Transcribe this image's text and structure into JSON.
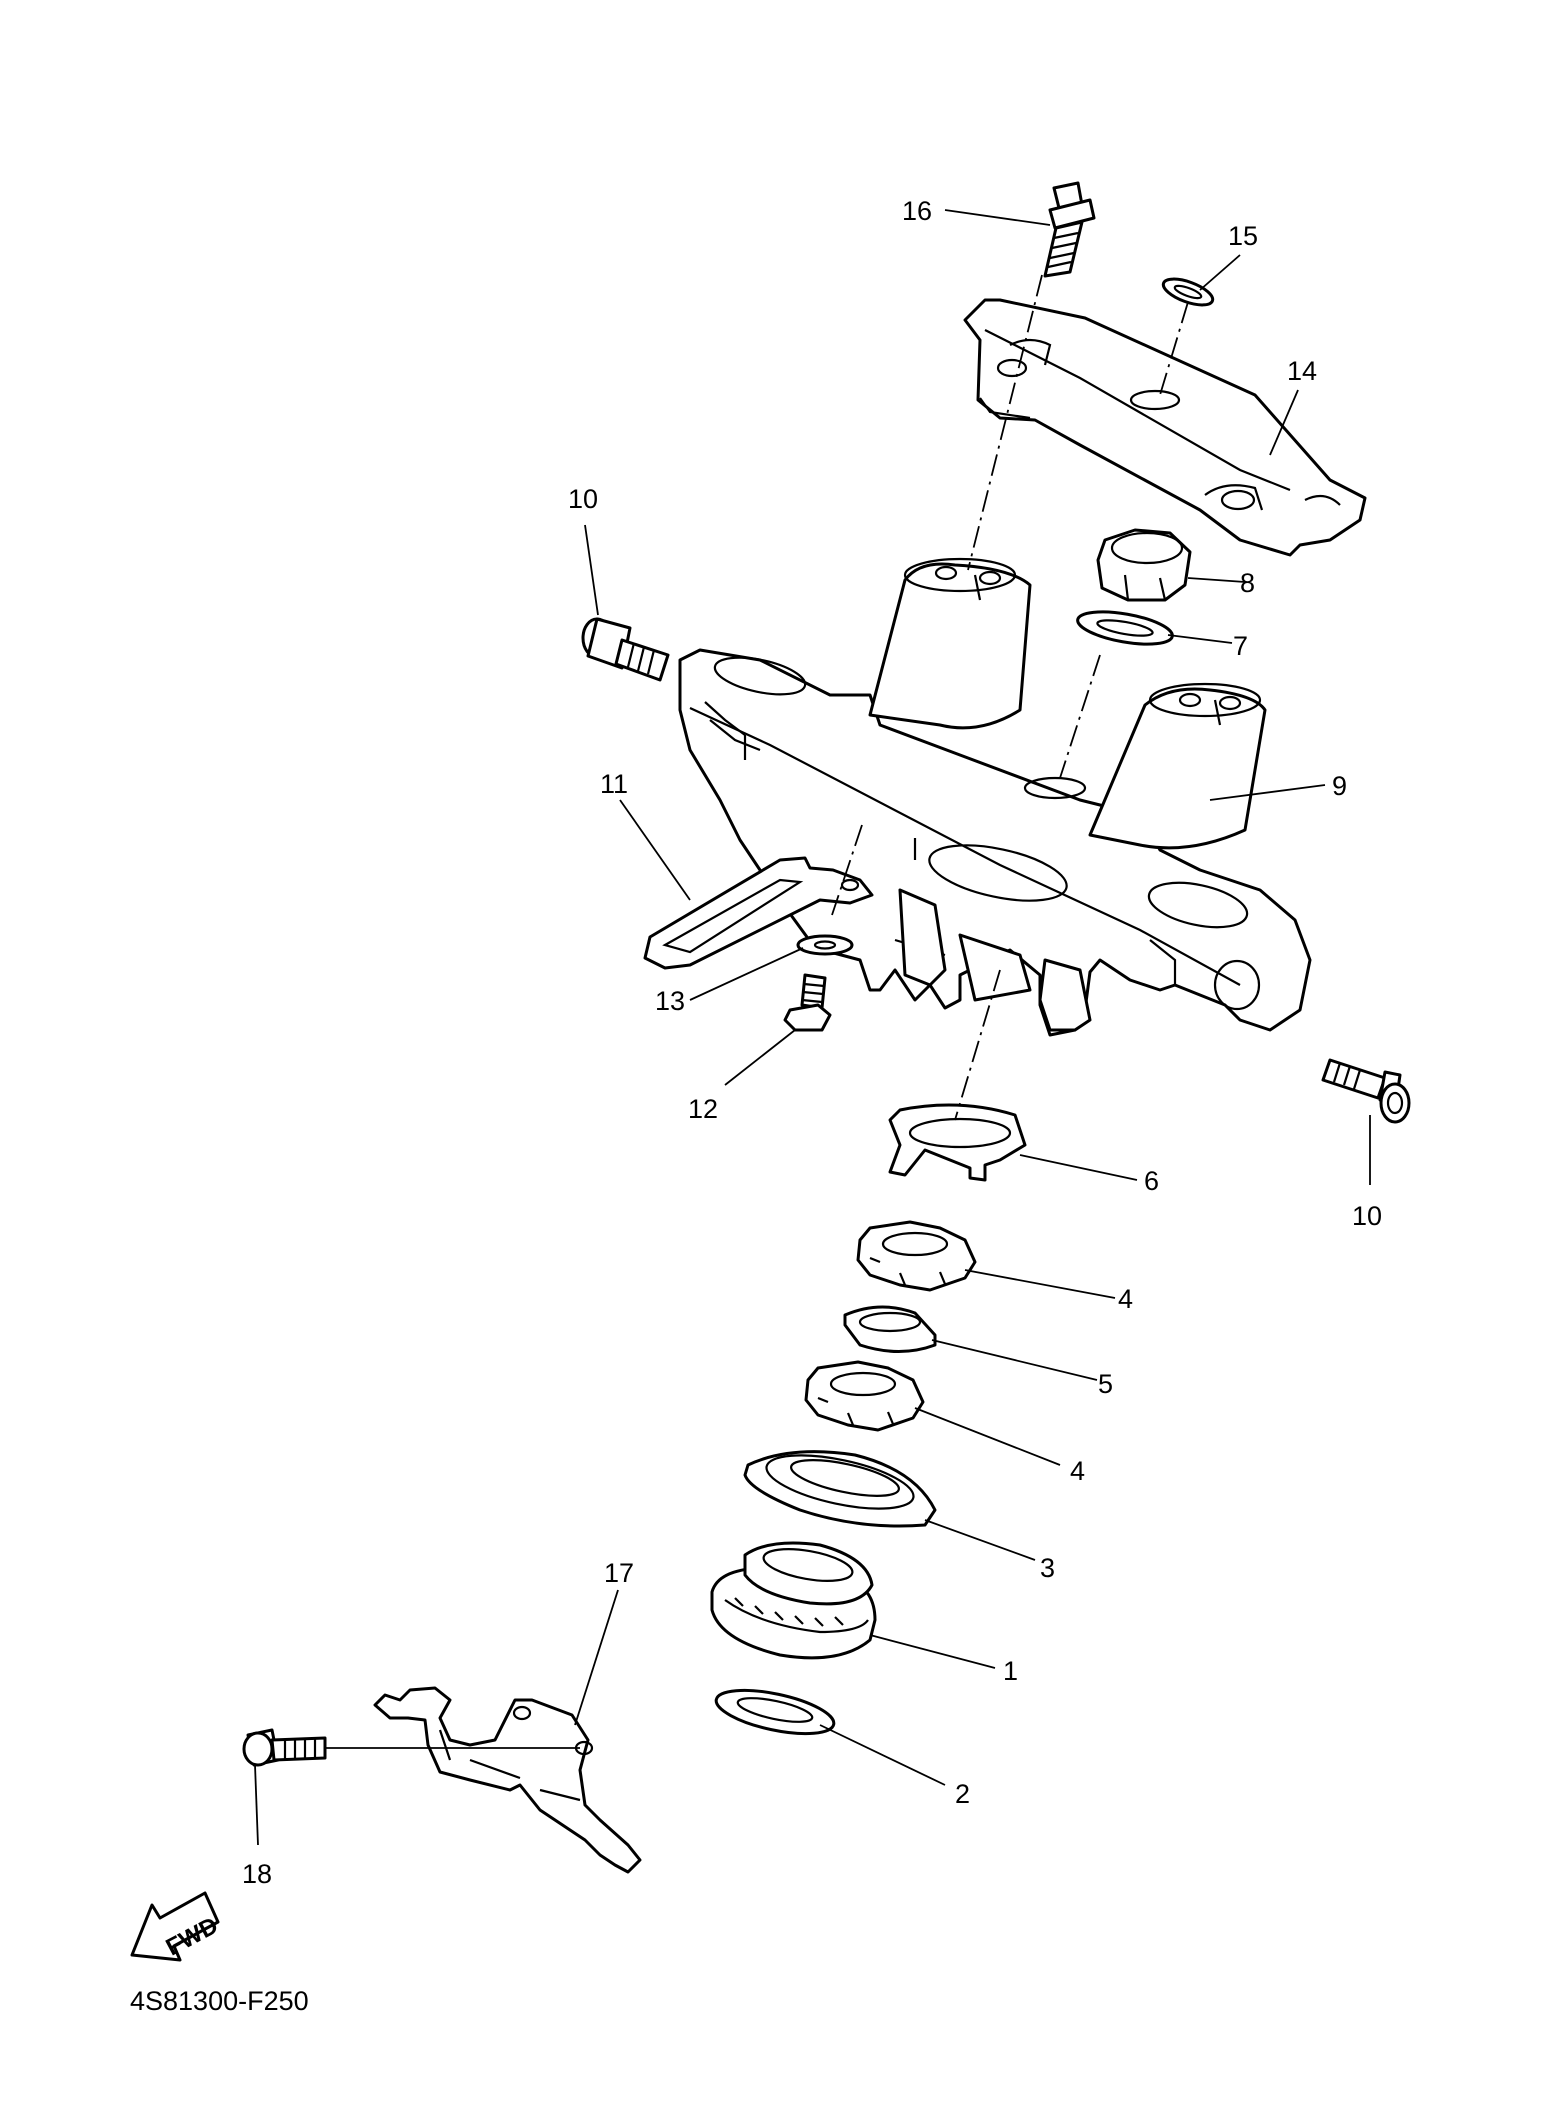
{
  "callouts": [
    {
      "id": "c16",
      "text": "16"
    },
    {
      "id": "c15",
      "text": "15"
    },
    {
      "id": "c14",
      "text": "14"
    },
    {
      "id": "c10a",
      "text": "10"
    },
    {
      "id": "c8",
      "text": "8"
    },
    {
      "id": "c7",
      "text": "7"
    },
    {
      "id": "c9",
      "text": "9"
    },
    {
      "id": "c11",
      "text": "11"
    },
    {
      "id": "c13",
      "text": "13"
    },
    {
      "id": "c12",
      "text": "12"
    },
    {
      "id": "c6",
      "text": "6"
    },
    {
      "id": "c10b",
      "text": "10"
    },
    {
      "id": "c4a",
      "text": "4"
    },
    {
      "id": "c5",
      "text": "5"
    },
    {
      "id": "c4b",
      "text": "4"
    },
    {
      "id": "c3",
      "text": "3"
    },
    {
      "id": "c17",
      "text": "17"
    },
    {
      "id": "c1",
      "text": "1"
    },
    {
      "id": "c2",
      "text": "2"
    },
    {
      "id": "c18",
      "text": "18"
    }
  ],
  "fwd_label": "FWD",
  "diagram_code": "4S81300-F250"
}
